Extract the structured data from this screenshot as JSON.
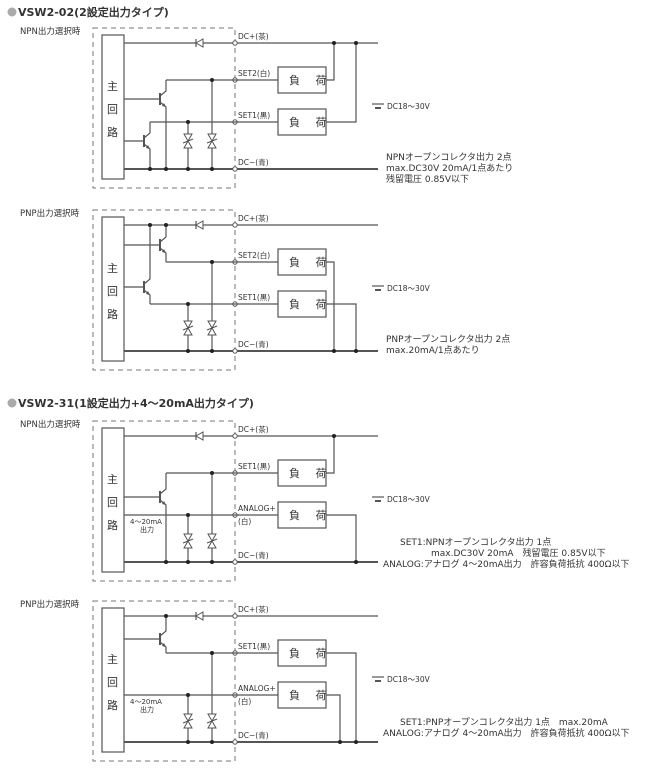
{
  "sections": [
    {
      "title": "VSW2-02(2設定出力タイプ)",
      "diagrams": [
        {
          "id": "vsw202-npn",
          "label": "NPN出力選択時",
          "type": "npn2",
          "main_circuit": [
            "主",
            "回",
            "路"
          ],
          "terminals": [
            "DC+(茶)",
            "SET2(白)",
            "SET1(黒)",
            "DC−(青)"
          ],
          "load_label": "負 荷",
          "supply": "DC18〜30V",
          "notes": [
            "NPNオープンコレクタ出力 2点",
            "max.DC30V 20mA/1点あたり",
            "残留電圧 0.85V以下"
          ]
        },
        {
          "id": "vsw202-pnp",
          "label": "PNP出力選択時",
          "type": "pnp2",
          "main_circuit": [
            "主",
            "回",
            "路"
          ],
          "terminals": [
            "DC+(茶)",
            "SET2(白)",
            "SET1(黒)",
            "DC−(青)"
          ],
          "load_label": "負 荷",
          "supply": "DC18〜30V",
          "notes": [
            "PNPオープンコレクタ出力 2点",
            "max.20mA/1点あたり"
          ]
        }
      ]
    },
    {
      "title": "VSW2-31(1設定出力+4〜20mA出力タイプ)",
      "diagrams": [
        {
          "id": "vsw231-npn",
          "label": "NPN出力選択時",
          "type": "npn1a",
          "main_circuit": [
            "主",
            "回",
            "路"
          ],
          "terminals": [
            "DC+(茶)",
            "SET1(黒)",
            "ANALOG+",
            "DC−(青)"
          ],
          "analog_color": "(白)",
          "analog_internal": [
            "4〜20mA",
            "出力"
          ],
          "load_label": "負 荷",
          "supply": "DC18〜30V",
          "notes": [
            "SET1:NPNオープンコレクタ出力 1点",
            "max.DC30V 20mA　残留電圧 0.85V以下",
            "ANALOG:アナログ 4〜20mA出力　許容負荷抵抗 400Ω以下"
          ]
        },
        {
          "id": "vsw231-pnp",
          "label": "PNP出力選択時",
          "type": "pnp1a",
          "main_circuit": [
            "主",
            "回",
            "路"
          ],
          "terminals": [
            "DC+(茶)",
            "SET1(黒)",
            "ANALOG+",
            "DC−(青)"
          ],
          "analog_color": "(白)",
          "analog_internal": [
            "4〜20mA",
            "出力"
          ],
          "load_label": "負 荷",
          "supply": "DC18〜30V",
          "notes": [
            "SET1:PNPオープンコレクタ出力 1点　max.20mA",
            "ANALOG:アナログ 4〜20mA出力　許容負荷抵抗 400Ω以下"
          ]
        }
      ]
    }
  ]
}
